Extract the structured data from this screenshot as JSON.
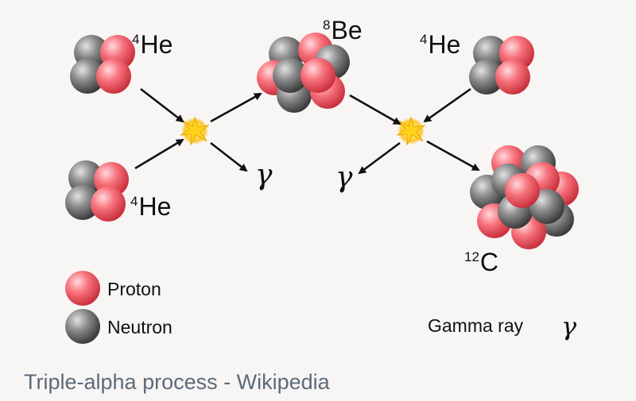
{
  "particles": {
    "he4": "He",
    "he4_mass": "4",
    "be8": "Be",
    "be8_mass": "8",
    "c12": "C",
    "c12_mass": "12",
    "gamma_symbol": "γ"
  },
  "legend": {
    "proton": "Proton",
    "neutron": "Neutron",
    "gamma": "Gamma ray"
  },
  "caption": "Triple-alpha process - Wikipedia",
  "colors": {
    "proton": "#f0606c",
    "neutron": "#6b6b6b",
    "flash": "#ffd21a",
    "caption": "#5c6a7a",
    "background": "#f7f6f4"
  }
}
